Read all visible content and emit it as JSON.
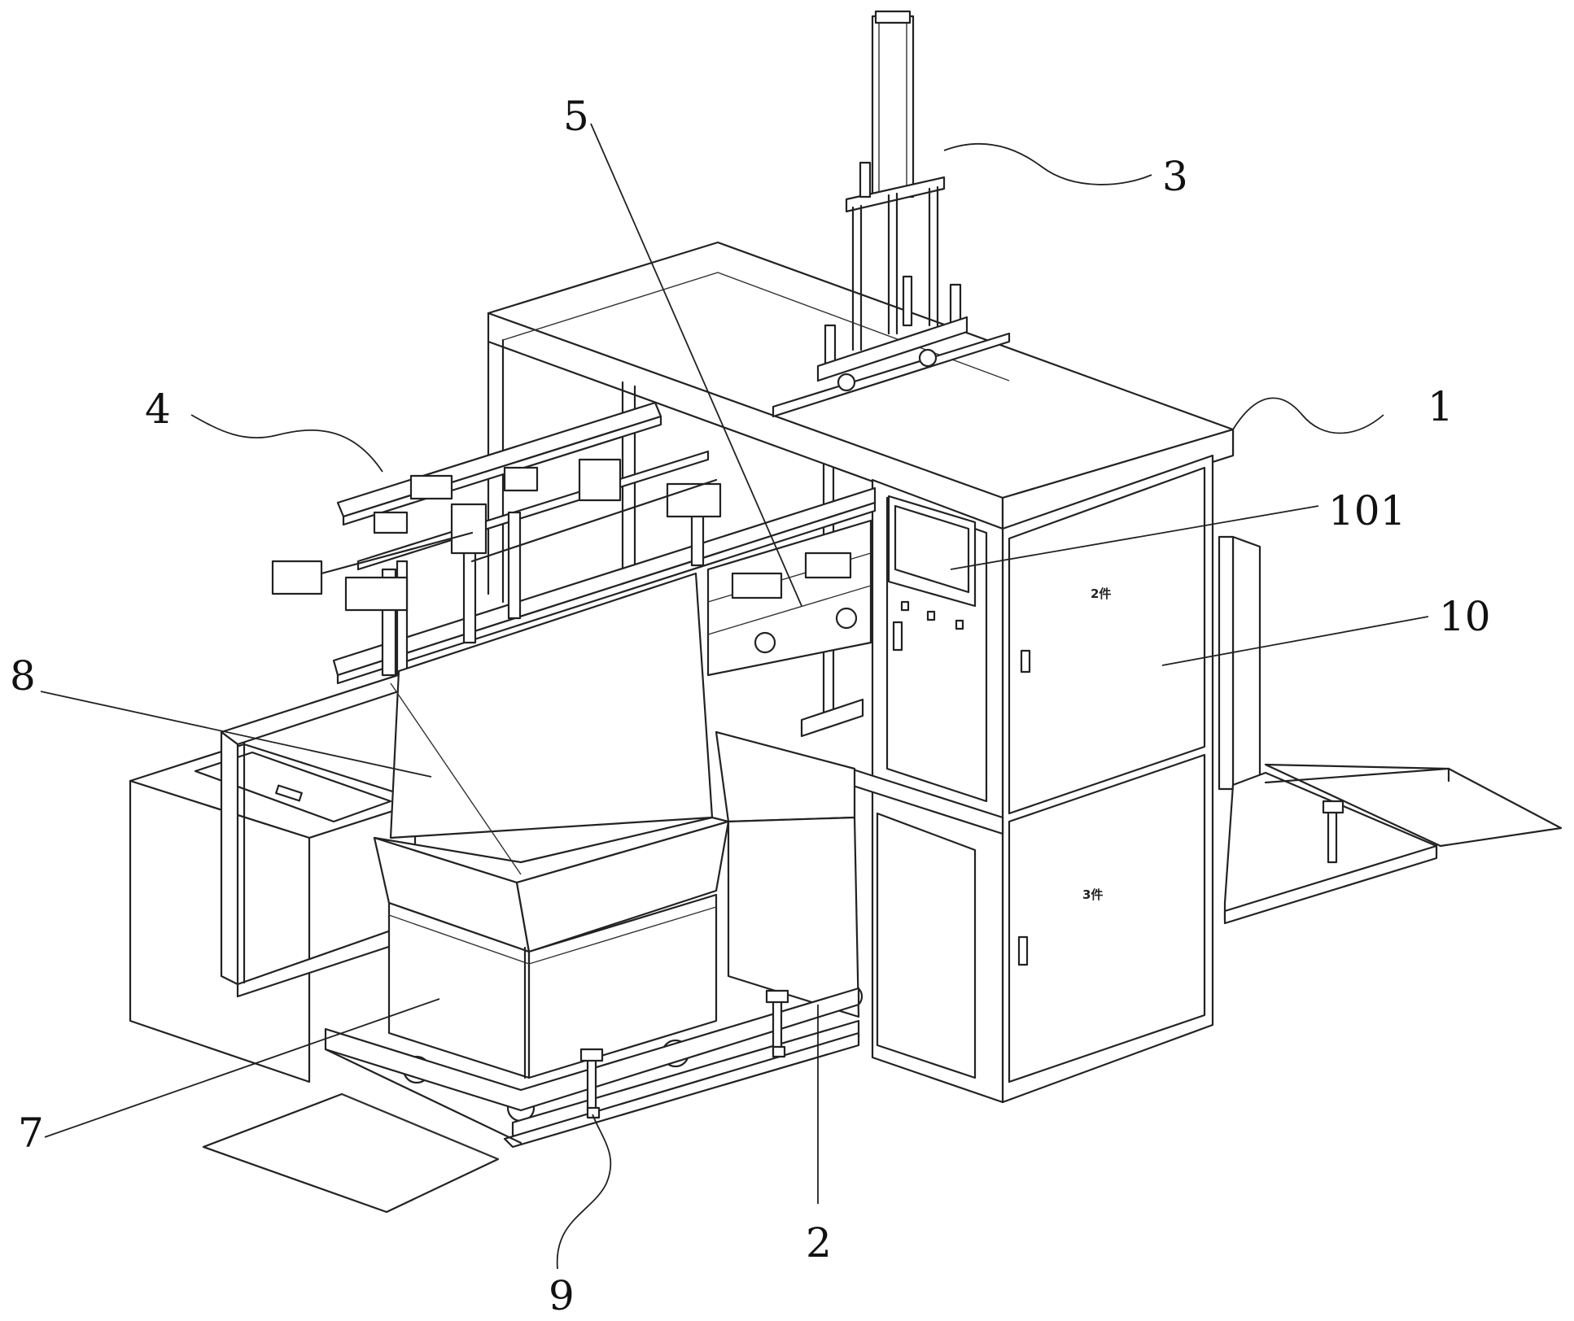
{
  "figure": {
    "callouts": [
      {
        "id": "1",
        "label": "1"
      },
      {
        "id": "101",
        "label": "101"
      },
      {
        "id": "10",
        "label": "10"
      },
      {
        "id": "2",
        "label": "2"
      },
      {
        "id": "3",
        "label": "3"
      },
      {
        "id": "4",
        "label": "4"
      },
      {
        "id": "5",
        "label": "5"
      },
      {
        "id": "7",
        "label": "7"
      },
      {
        "id": "8",
        "label": "8"
      },
      {
        "id": "9",
        "label": "9"
      }
    ],
    "cabinet_door_upper_label": "2件",
    "cabinet_door_lower_label": "3件"
  }
}
